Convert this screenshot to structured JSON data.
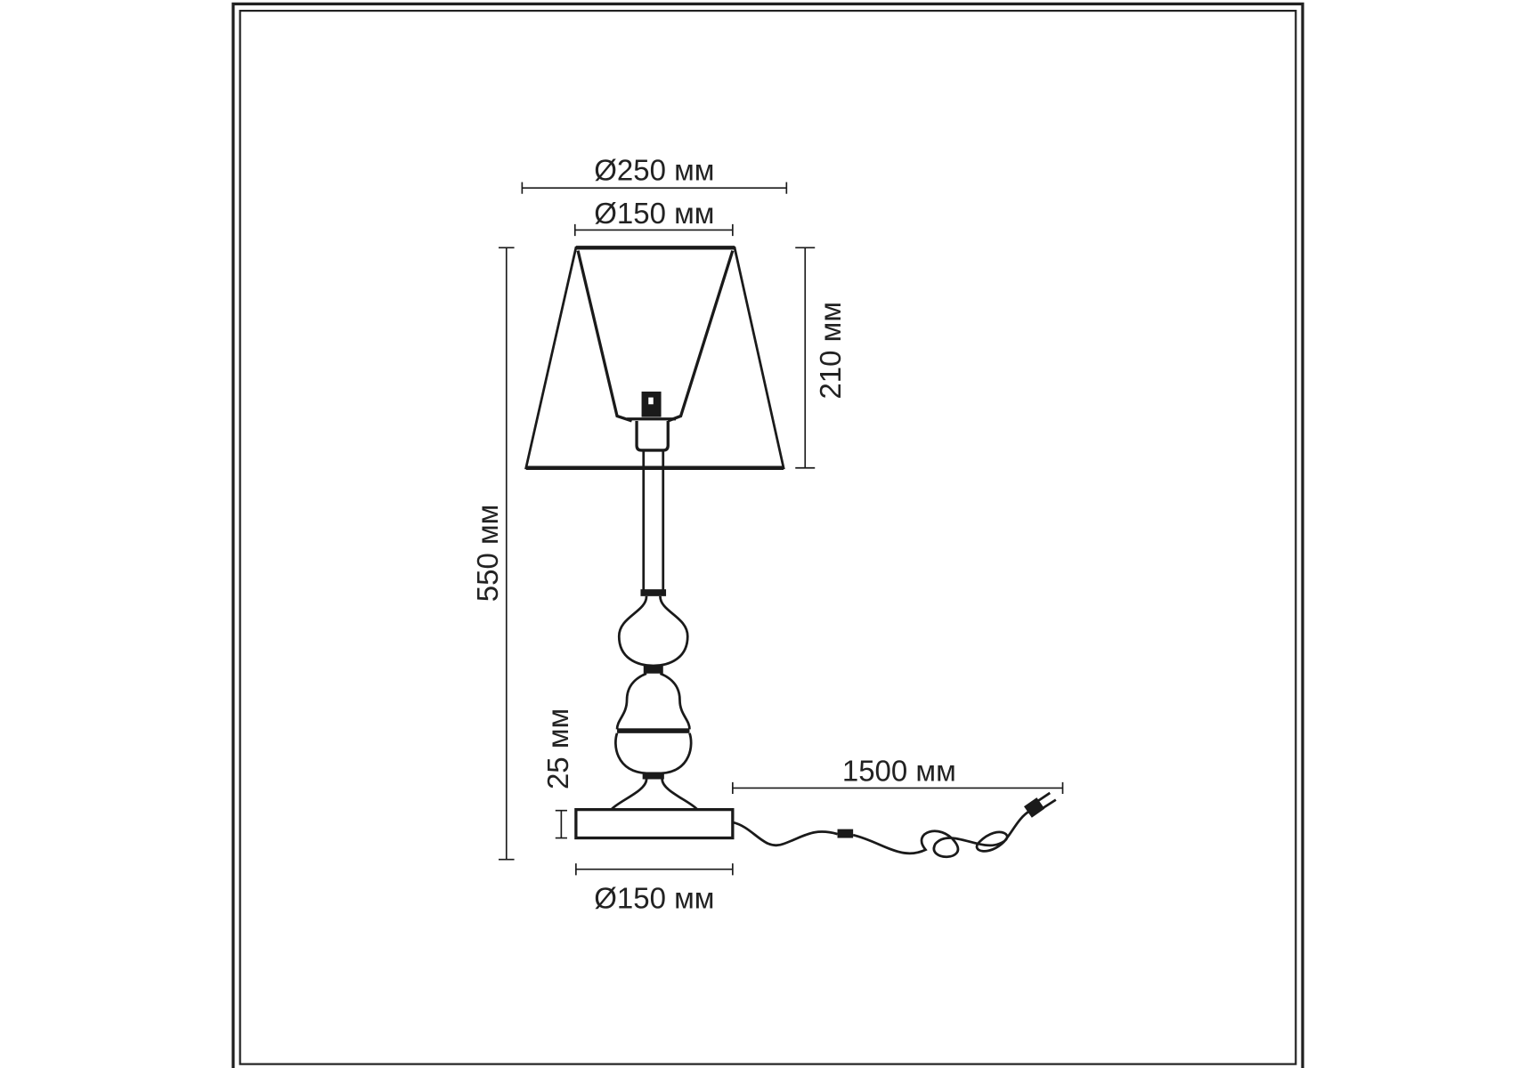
{
  "dimensions": {
    "shade_top_diameter": "Ø250 мм",
    "shade_bottom_diameter": "Ø150 мм",
    "shade_height": "210 мм",
    "total_height": "550 мм",
    "base_height": "25 мм",
    "cord_length": "1500 мм",
    "base_diameter": "Ø150 мм"
  },
  "colors": {
    "line": "#1a1a1a",
    "frame": "#222222",
    "background": "#ffffff"
  }
}
